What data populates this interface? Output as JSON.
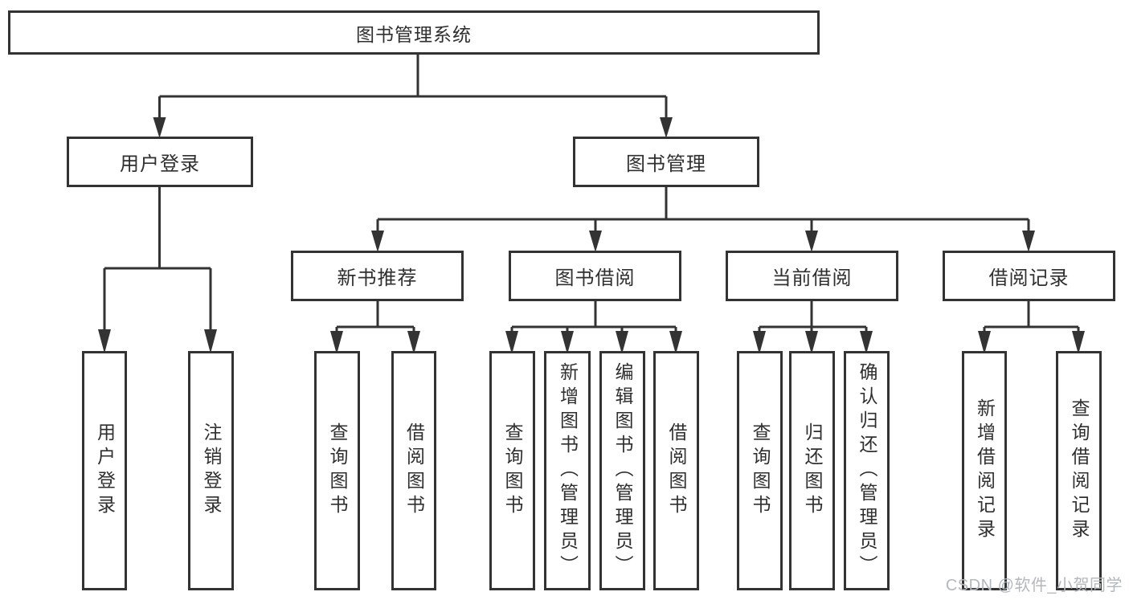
{
  "diagram": {
    "root": "图书管理系统",
    "level2": [
      "用户登录",
      "图书管理"
    ],
    "level3": [
      "新书推荐",
      "图书借阅",
      "当前借阅",
      "借阅记录"
    ],
    "leaves": {
      "user_login": [
        "用户登录",
        "注销登录"
      ],
      "new_book_recommend": [
        "查询图书",
        "借阅图书"
      ],
      "book_borrow": [
        "查询图书",
        "新增图书（管理员）",
        "编辑图书（管理员）",
        "借阅图书"
      ],
      "current_borrow": [
        "查询图书",
        "归还图书",
        "确认归还（管理员）"
      ],
      "borrow_record": [
        "新增借阅记录",
        "查询借阅记录"
      ]
    }
  },
  "watermark": "CSDN @软件_小贺同学",
  "colors": {
    "line": "#333333",
    "box_border": "#333333",
    "text": "#2f2f2f",
    "watermark": "#b3b8be"
  }
}
